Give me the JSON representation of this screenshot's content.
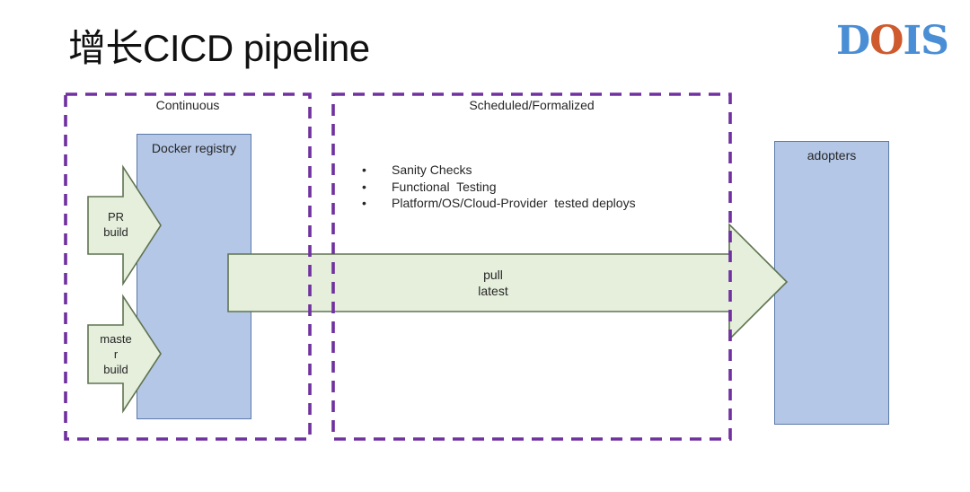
{
  "title": "增长CICD pipeline",
  "logo": {
    "letters": [
      "D",
      "O",
      "I",
      "S"
    ],
    "blue": "#4a8ed5",
    "orange": "#cf5a2d"
  },
  "groups": {
    "continuous": {
      "label": "Continuous"
    },
    "scheduled": {
      "label": "Scheduled/Formalized",
      "bullet_char": "•",
      "bullets": [
        "Sanity Checks",
        "Functional  Testing",
        "Platform/OS/Cloud-Provider  tested deploys"
      ]
    }
  },
  "nodes": {
    "docker_registry": {
      "label": "Docker registry"
    },
    "adopters": {
      "label": "adopters"
    }
  },
  "arrows": {
    "pr_build": {
      "lines": [
        "PR",
        "build"
      ]
    },
    "master_build": {
      "lines": [
        "maste",
        "r",
        "build"
      ]
    },
    "pull_latest": {
      "lines": [
        "pull",
        "latest"
      ]
    }
  },
  "colors": {
    "node_fill": "#b4c7e7",
    "node_border": "#5b7aa9",
    "arrow_fill": "#e5efdc",
    "arrow_border": "#5f7350",
    "group_border": "#7030a0",
    "title_text": "#111111"
  }
}
